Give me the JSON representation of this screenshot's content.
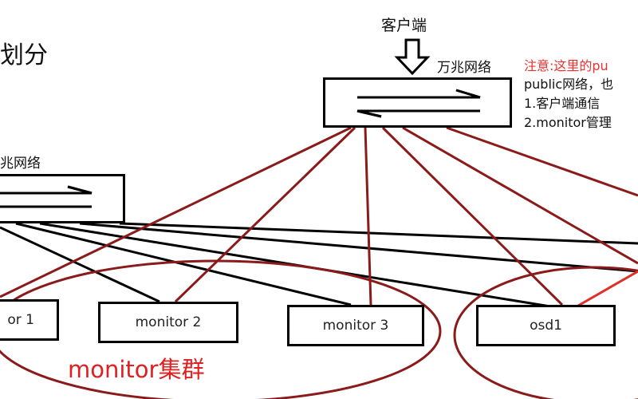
{
  "title_fragment": "划分",
  "client_label": "客户端",
  "public_net_label": "万兆网络",
  "cluster_net_label": "兆网络",
  "notes": {
    "line1": "注意:这里的pu",
    "line2": "public网络，也",
    "line3": "1.客户端通信",
    "line4": "2.monitor管理"
  },
  "nodes": {
    "monitor1": "or 1",
    "monitor2": "monitor 2",
    "monitor3": "monitor 3",
    "osd1": "osd1"
  },
  "monitor_cluster_label": "monitor集群",
  "colors": {
    "red_line": "#8b1a1a",
    "note_red": "#e8322f",
    "cluster_label": "#e02020"
  }
}
